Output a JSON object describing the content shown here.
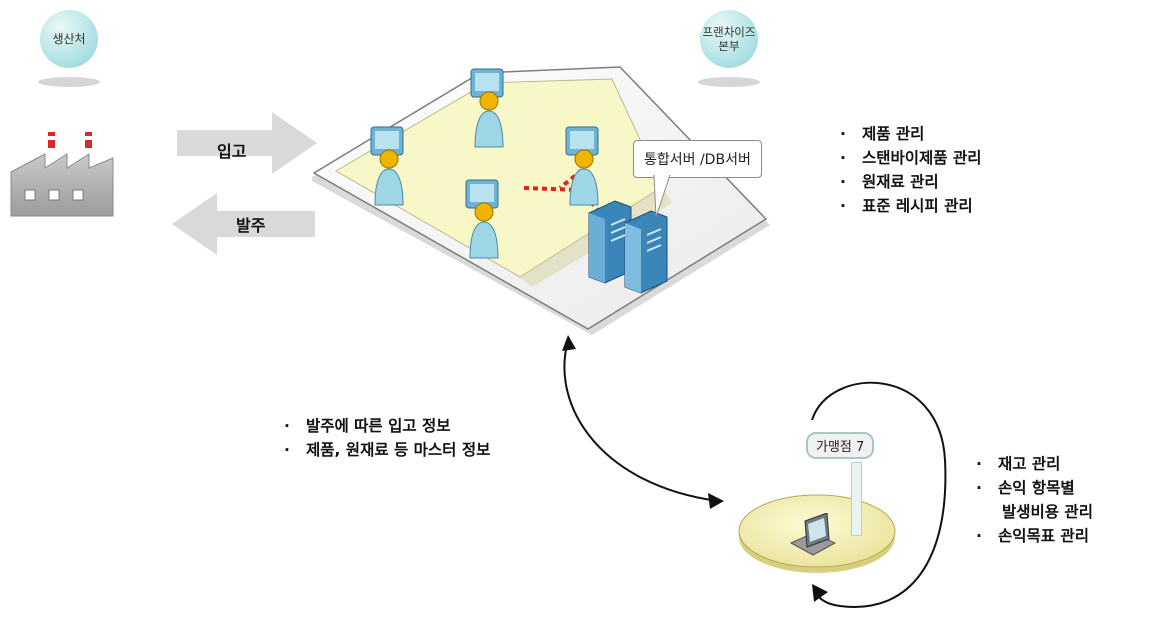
{
  "sources": {
    "producer_label": "생산처",
    "hq_label": "프랜차이즈\n본부"
  },
  "arrows": {
    "inbound_label": "입고",
    "order_label": "발주"
  },
  "hq_server_label": "통합서버 /DB서버",
  "hq_features": [
    "제품 관리",
    "스탠바이제품 관리",
    "원재료 관리",
    "표준 레시피 관리"
  ],
  "sync_info": [
    "발주에 따른 입고 정보",
    "제품, 원재료 등 마스터 정보"
  ],
  "store_tag": "가맹점 7",
  "store_features": [
    "재고 관리",
    "손익 항목별",
    "발생비용 관리",
    "손익목표 관리"
  ],
  "bullet": "·",
  "colors": {
    "bubble": "#b7e5e6",
    "platform": "#f8f7c7",
    "arrow": "#d9d9d9",
    "dash": "#e0241d",
    "person": "#9fd6e6",
    "head": "#f0b400"
  }
}
